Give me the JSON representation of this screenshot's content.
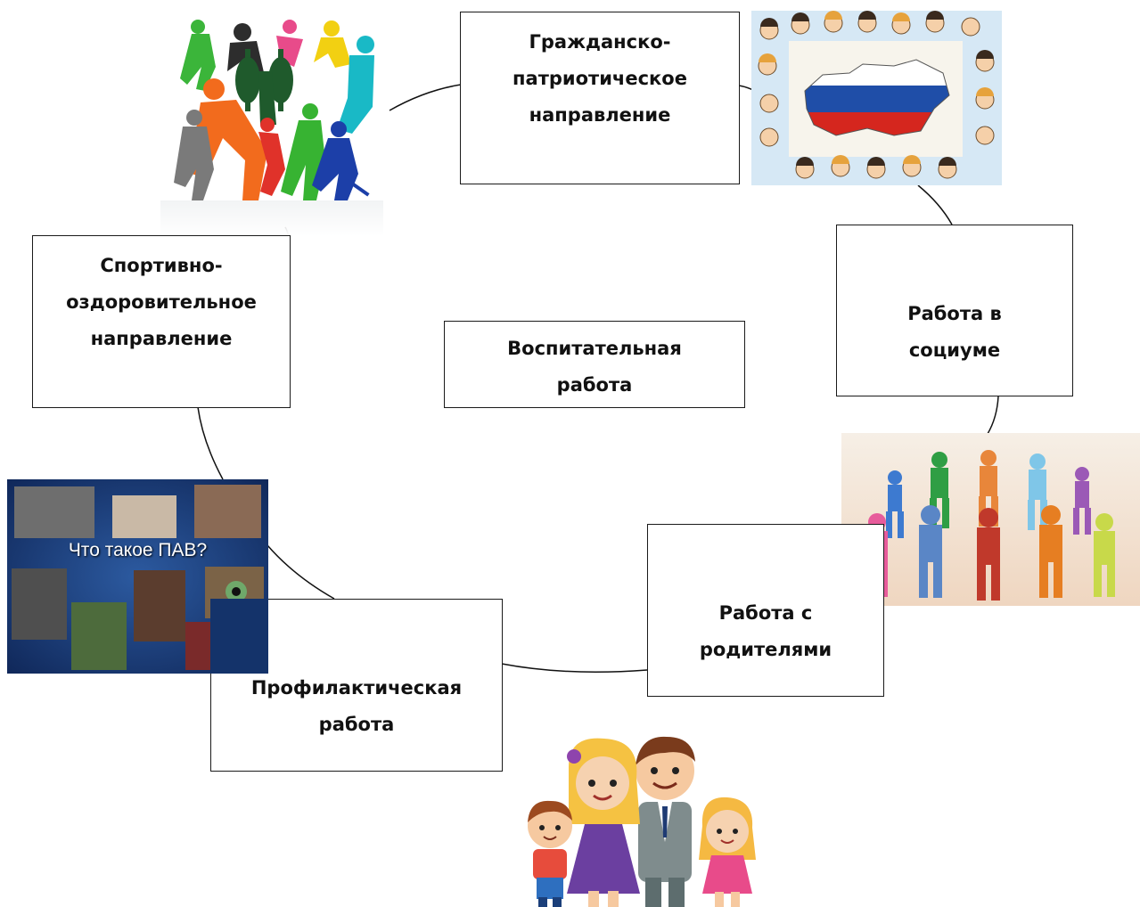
{
  "diagram": {
    "center": "Воспитательная\nработа",
    "nodes": {
      "civic": "Гражданско-\nпатриотическое\nнаправление",
      "sport": "Спортивно-\nоздоровительное\nнаправление",
      "society": "Работа  в\nсоциуме",
      "prevention": "Профилактическая\nработа",
      "parents": "Работа с\nродителями"
    },
    "pictures": {
      "sports": "athletes-silhouettes",
      "russia": "children-around-russia-map",
      "kids_circle": "paper-children-circle",
      "pav": {
        "title": "Что такое ПАВ?"
      },
      "family": "cartoon-family"
    },
    "colors": {
      "border": "#1a1a1a",
      "text": "#111111",
      "pav_bg": "#1b3f7a",
      "flag_white": "#ffffff",
      "flag_blue": "#1f4ea8",
      "flag_red": "#d5261e"
    }
  }
}
